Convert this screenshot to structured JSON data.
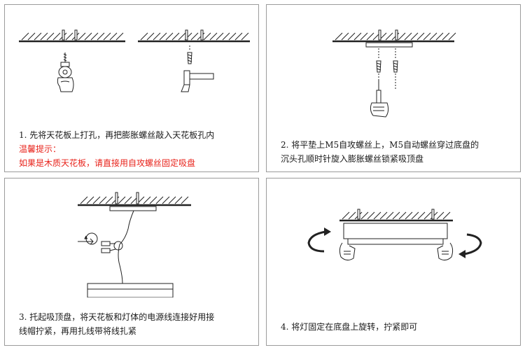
{
  "steps": [
    {
      "lines": [
        "1. 先将天花板上打孔，再把膨胀螺丝敲入天花板孔内"
      ],
      "warning_title": "温馨提示：",
      "warning_text": "如果是木质天花板，请直接用自攻螺丝固定吸盘"
    },
    {
      "lines": [
        "2. 将平垫上M5自攻螺丝上，M5自动螺丝穿过底盘的",
        "沉头孔顺时针旋入膨胀螺丝锁紧吸顶盘"
      ]
    },
    {
      "lines": [
        "3. 托起吸顶盘，将天花板和灯体的电源线连接好用接",
        "线帽拧紧，再用扎线带将线扎紧"
      ]
    },
    {
      "lines": [
        "4. 将灯固定在底盘上旋转，拧紧即可"
      ]
    }
  ],
  "colors": {
    "warning": "#e8231b",
    "border": "#9b9b9b",
    "ink": "#1a1a1a"
  }
}
